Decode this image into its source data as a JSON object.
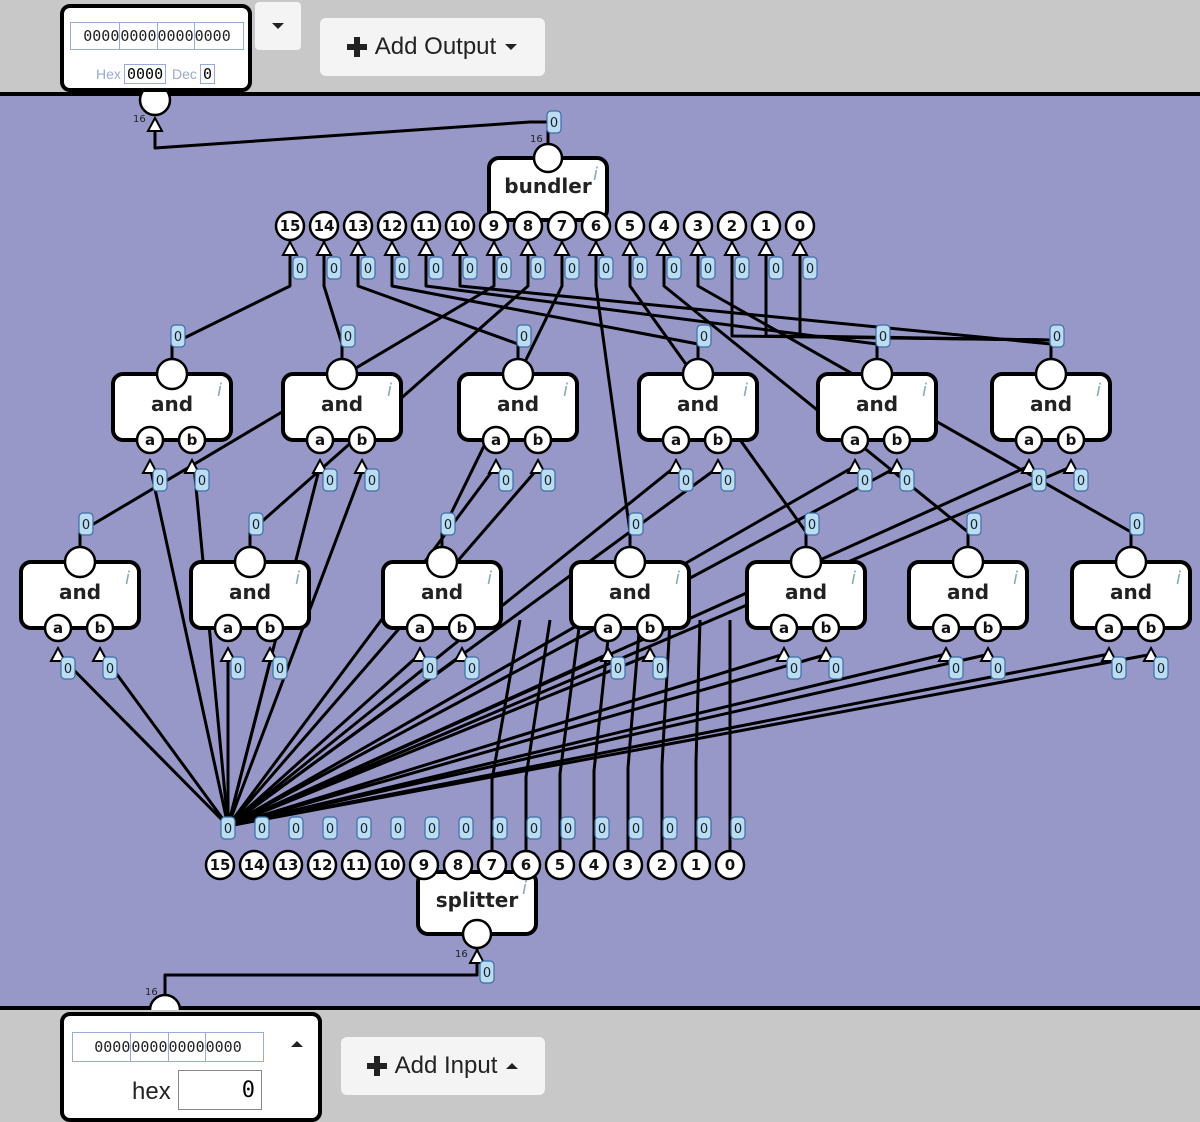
{
  "output_panel": {
    "bits": [
      "0000",
      "0000",
      "0000",
      "0000"
    ],
    "hex_label": "Hex",
    "hex_value": "0000",
    "dec_label": "Dec",
    "dec_value": "0",
    "width_label": "16",
    "add_output_label": "Add Output"
  },
  "input_panel": {
    "bits": [
      "0000",
      "0000",
      "0000",
      "0000"
    ],
    "format_label": "hex",
    "value": "0",
    "width_label": "16",
    "add_input_label": "Add Input"
  },
  "circuit": {
    "bundler_label": "bundler",
    "splitter_label": "splitter",
    "gate_label": "and",
    "port_a": "a",
    "port_b": "b",
    "info_mark": "i",
    "bus_width": "16",
    "value_badge": "0",
    "bundler_pins": [
      "15",
      "14",
      "13",
      "12",
      "11",
      "10",
      "9",
      "8",
      "7",
      "6",
      "5",
      "4",
      "3",
      "2",
      "1",
      "0"
    ],
    "splitter_pins": [
      "15",
      "14",
      "13",
      "12",
      "11",
      "10",
      "9",
      "8",
      "7",
      "6",
      "5",
      "4",
      "3",
      "2",
      "1",
      "0"
    ]
  },
  "colors": {
    "canvas": "#9898c8",
    "band": "#c8c8c8",
    "badge_fill": "#bcdcf0",
    "badge_stroke": "#3a6fa8"
  }
}
